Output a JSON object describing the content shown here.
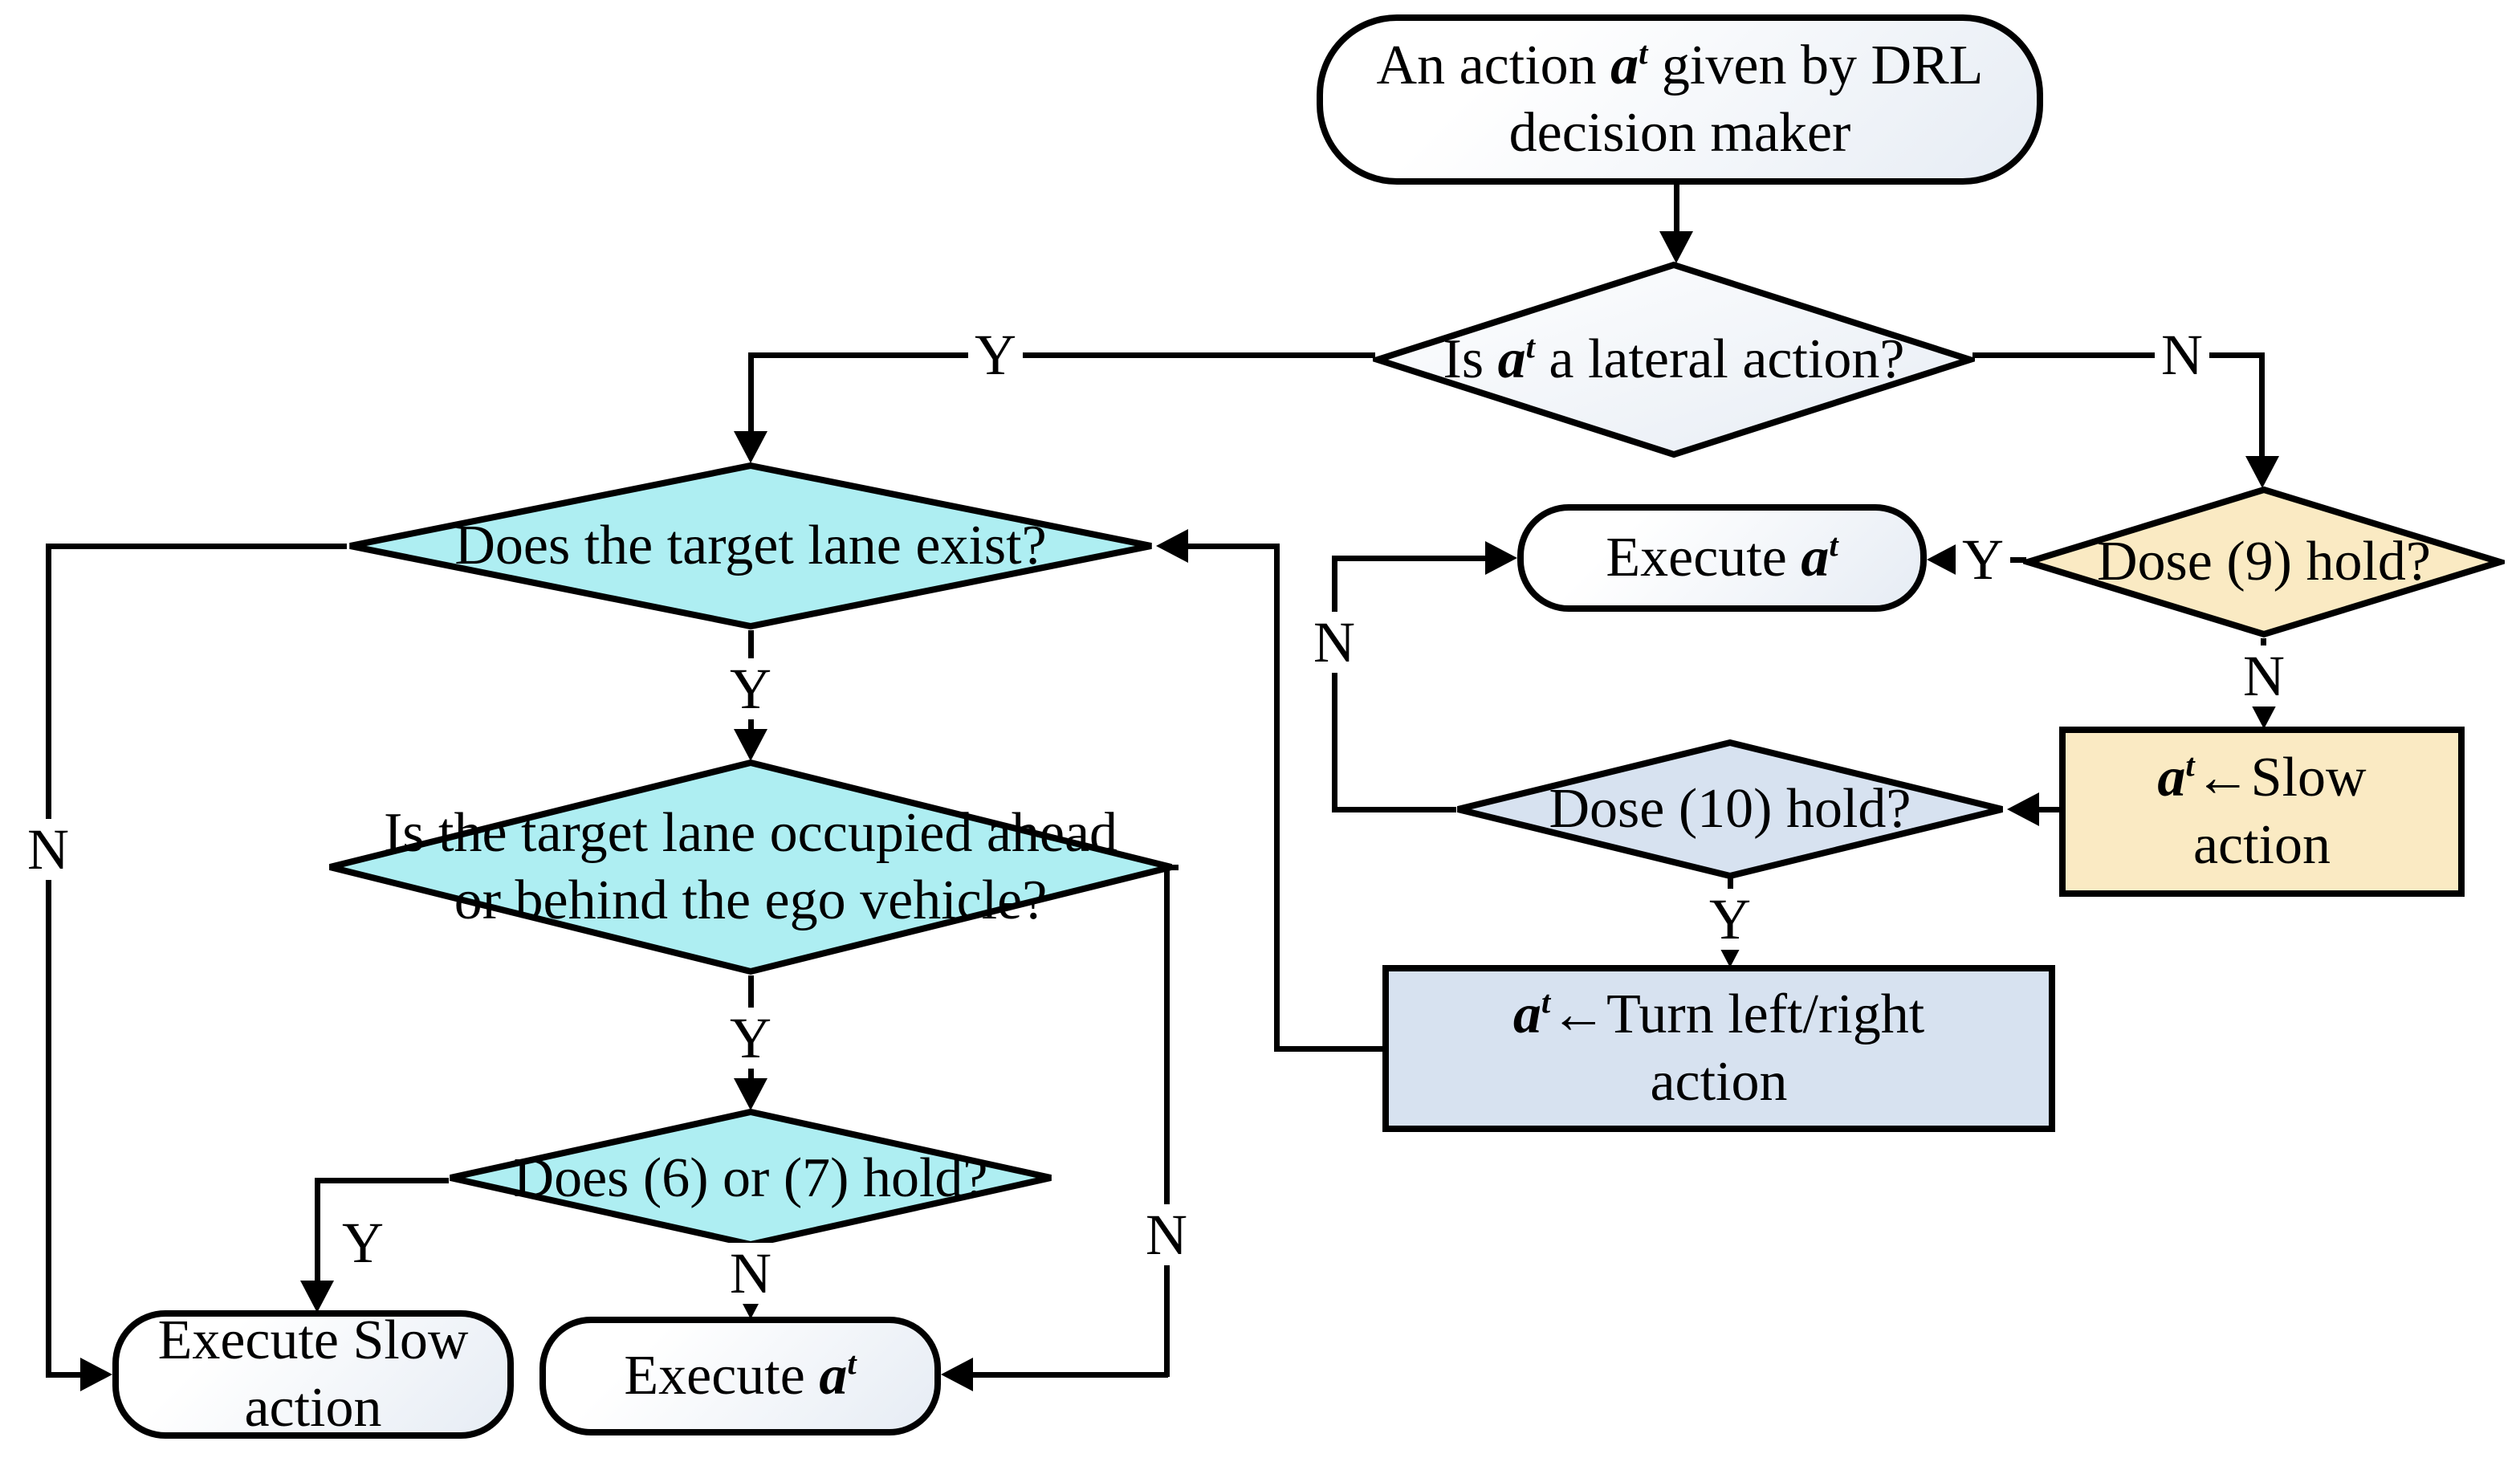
{
  "figure": {
    "title": "DRL action safety-check flowchart",
    "theme": {
      "stroke": "#000000",
      "cyan": "#aeeef2",
      "wheat": "#faeac3",
      "lavender": "#d7e2f0",
      "gradFrom": "#ffffff",
      "gradTo": "#e6ecf4"
    },
    "nodes": {
      "start": {
        "shape": "terminator",
        "segments": [
          {
            "t": "An action ",
            "s": "plain"
          },
          {
            "t": "a",
            "s": "var"
          },
          {
            "t": "t",
            "s": "sup"
          },
          {
            "t": " given by DRL",
            "s": "plain"
          },
          {
            "br": true
          },
          {
            "t": "decision maker",
            "s": "plain"
          }
        ]
      },
      "lateral": {
        "shape": "decision",
        "segments": [
          {
            "t": "Is ",
            "s": "plain"
          },
          {
            "t": "a",
            "s": "var"
          },
          {
            "t": "t",
            "s": "sup"
          },
          {
            "t": " a lateral action?",
            "s": "plain"
          }
        ]
      },
      "lane_exist": {
        "shape": "decision",
        "segments": [
          {
            "t": "Does the target lane exist?",
            "s": "plain"
          }
        ]
      },
      "lane_occupied": {
        "shape": "decision",
        "segments": [
          {
            "t": "Is the target lane occupied ahead or behind the ego vehicle?",
            "s": "plain"
          }
        ]
      },
      "cond67": {
        "shape": "decision",
        "segments": [
          {
            "t": "Does (6) or (7) hold?",
            "s": "plain"
          }
        ]
      },
      "exec_slow": {
        "shape": "terminator",
        "segments": [
          {
            "t": "Execute Slow",
            "s": "plain"
          },
          {
            "br": true
          },
          {
            "t": "action",
            "s": "plain"
          }
        ]
      },
      "exec_a_bottom": {
        "shape": "terminator",
        "segments": [
          {
            "t": "Execute ",
            "s": "plain"
          },
          {
            "t": "a",
            "s": "var"
          },
          {
            "t": "t",
            "s": "sup"
          }
        ]
      },
      "exec_a_right": {
        "shape": "terminator",
        "segments": [
          {
            "t": "Execute ",
            "s": "plain"
          },
          {
            "t": "a",
            "s": "var"
          },
          {
            "t": "t",
            "s": "sup"
          }
        ]
      },
      "dose9": {
        "shape": "decision",
        "segments": [
          {
            "t": "Dose (9) hold?",
            "s": "plain"
          }
        ]
      },
      "slow_action": {
        "shape": "process",
        "segments": [
          {
            "t": "a",
            "s": "var"
          },
          {
            "t": "t",
            "s": "sup"
          },
          {
            "t": "←Slow",
            "s": "plain"
          },
          {
            "br": true
          },
          {
            "t": "action",
            "s": "plain"
          }
        ]
      },
      "dose10": {
        "shape": "decision",
        "segments": [
          {
            "t": "Dose (10) hold?",
            "s": "plain"
          }
        ]
      },
      "turn_action": {
        "shape": "process",
        "segments": [
          {
            "t": "a",
            "s": "var"
          },
          {
            "t": "t",
            "s": "sup"
          },
          {
            "t": "←Turn left/right",
            "s": "plain"
          },
          {
            "br": true
          },
          {
            "t": "action",
            "s": "plain"
          }
        ]
      }
    },
    "edge_labels": {
      "lateral_y": "Y",
      "lateral_n": "N",
      "exist_y": "Y",
      "exist_n": "N",
      "occupied_y": "Y",
      "occupied_n": "N",
      "cond67_y": "Y",
      "cond67_n": "N",
      "dose9_y": "Y",
      "dose9_n": "N",
      "dose10_y": "Y",
      "dose10_n": "N"
    }
  }
}
